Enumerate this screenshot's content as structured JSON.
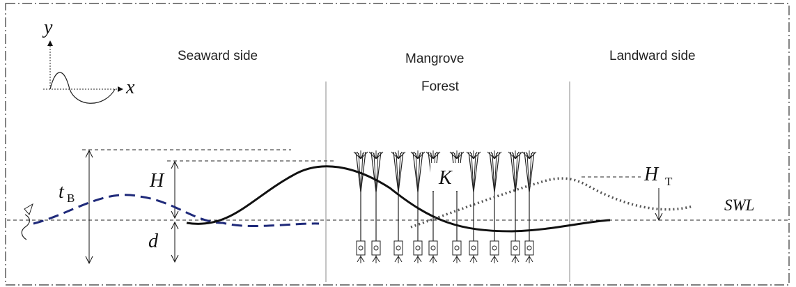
{
  "regions": {
    "seaward": "Seaward side",
    "forest_line1": "Mangrove",
    "forest_line2": "Forest",
    "landward": "Landward side"
  },
  "axes": {
    "x": "x",
    "y": "y"
  },
  "symbols": {
    "crest_height": "t",
    "crest_height_sub": "B",
    "wave_height": "H",
    "depth": "d",
    "transmitted": "H",
    "transmitted_sub": "T",
    "coefficient": "K",
    "water_level": "SWL"
  },
  "colors": {
    "incident_wave": "#1f2a7a",
    "transformed_wave": "#111111",
    "transmitted_wave": "#555555",
    "lines": "#222222"
  }
}
